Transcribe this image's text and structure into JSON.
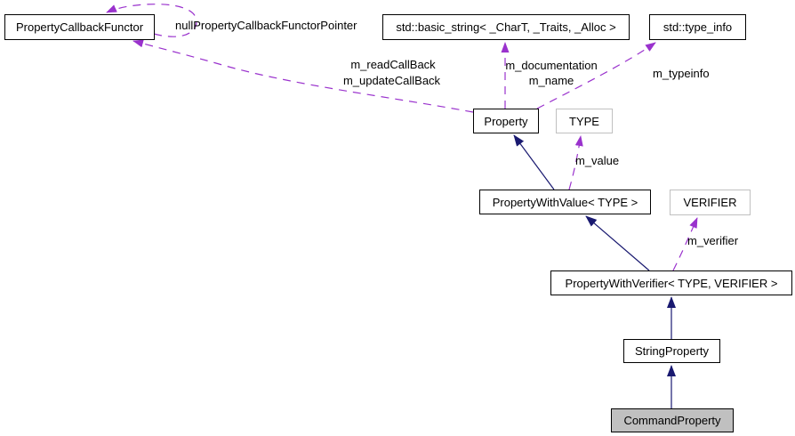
{
  "colors": {
    "background": "#ffffff",
    "text": "#000000",
    "inheritance-edge": "#191970",
    "usage-edge": "#9a32cd",
    "node-border": "#000000",
    "template-node-border": "#c0c0c0",
    "highlight-node-fill": "#c0c0c0"
  },
  "nodes": {
    "property_callback_functor": {
      "label": "PropertyCallbackFunctor"
    },
    "std_basic_string": {
      "label": "std::basic_string< _CharT, _Traits, _Alloc >"
    },
    "std_type_info": {
      "label": "std::type_info"
    },
    "property": {
      "label": "Property"
    },
    "type_param": {
      "label": "TYPE"
    },
    "property_with_value": {
      "label": "PropertyWithValue< TYPE >"
    },
    "verifier_param": {
      "label": "VERIFIER"
    },
    "property_with_verifier": {
      "label": "PropertyWithVerifier< TYPE, VERIFIER >"
    },
    "string_property": {
      "label": "StringProperty"
    },
    "command_property": {
      "label": "CommandProperty"
    }
  },
  "edge_labels": {
    "null_pointer": "nullPropertyCallbackFunctorPointer",
    "read_callback": "m_readCallBack",
    "update_callback": "m_updateCallBack",
    "documentation": "m_documentation",
    "name": "m_name",
    "typeinfo": "m_typeinfo",
    "value": "m_value",
    "verifier": "m_verifier"
  }
}
